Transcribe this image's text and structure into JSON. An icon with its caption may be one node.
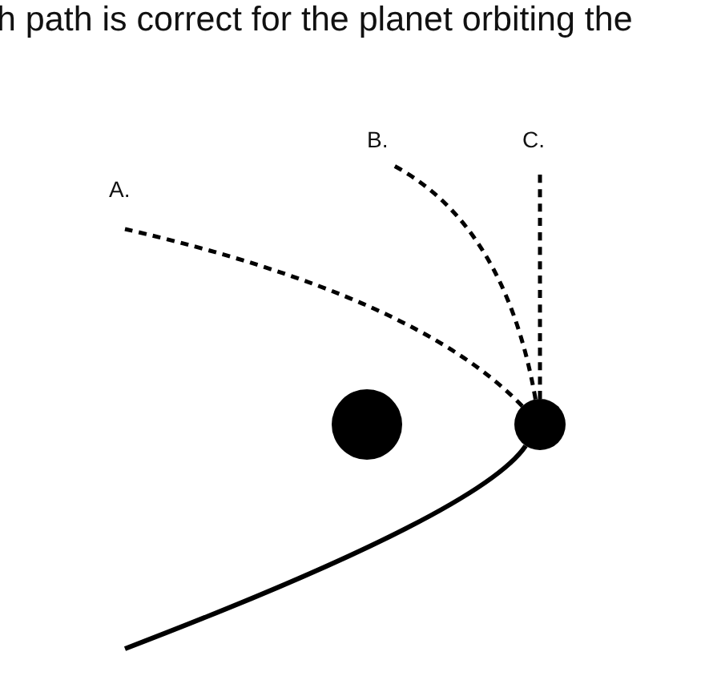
{
  "diagram": {
    "title": "h path is correct for the planet orbiting the",
    "nodes": [
      {
        "text": [],
        "shape": "circle"
      },
      {
        "text": [],
        "shape": "circle"
      }
    ],
    "edges": [
      {
        "from": null,
        "to": 1,
        "arrow": "none"
      },
      {
        "from": 1,
        "to": null,
        "arrow": "none",
        "style": "dashed"
      },
      {
        "from": 1,
        "to": null,
        "arrow": "none",
        "style": "dashed"
      },
      {
        "from": 1,
        "to": null,
        "arrow": "none",
        "style": "dashed"
      }
    ],
    "labels": [
      "A.",
      "B.",
      "C."
    ]
  }
}
